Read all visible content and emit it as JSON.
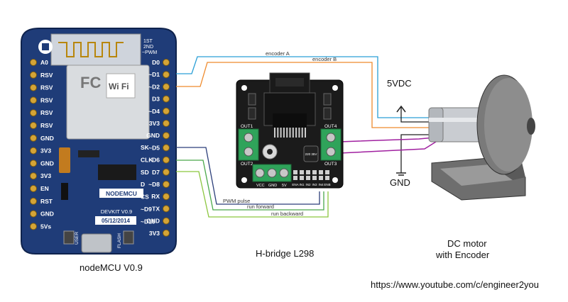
{
  "colors": {
    "board_blue": "#1f3c78",
    "board_dark": "#162c5a",
    "hbridge_black": "#1b1b1b",
    "terminal_green": "#2fa35a",
    "wire_blue": "#2a9fd6",
    "wire_orange": "#ef8a2c",
    "wire_navy": "#2c3f7a",
    "wire_green": "#4aa84a",
    "wire_lime": "#8cc63f",
    "wire_purple": "#a020a0",
    "wire_black": "#222222"
  },
  "nodemcu": {
    "caption": "nodeMCU V0.9",
    "top_label_1": "1ST",
    "top_label_2": "2ND",
    "top_label_3": "~PWM",
    "brand": "NODEMCU",
    "devkit": "DEVKIT V0.9",
    "date": "05/12/2014",
    "button_user": "USER",
    "button_flash": "FLASH",
    "left_pins": [
      "A0",
      "RSV",
      "RSV",
      "RSV",
      "RSV",
      "RSV",
      "GND",
      "3V3",
      "GND",
      "3V3",
      "EN",
      "RST",
      "GND",
      "5Vs"
    ],
    "right_pins": [
      "D0",
      "~D1",
      "~D2",
      "D3",
      "~D4",
      "3V3",
      "GND",
      "~D5",
      "~D6",
      "D7",
      "~D8",
      "RX",
      "TX",
      "GND",
      "3V3"
    ],
    "right_inner_pins": [
      "SK",
      "CLK",
      "SD",
      "D",
      "CS",
      "~D9",
      "~D10"
    ],
    "wifi_text": "Wi Fi",
    "fc_text": "FC"
  },
  "hbridge": {
    "caption": "H-bridge L298",
    "out1": "OUT1",
    "out2": "OUT2",
    "out3": "OUT3",
    "out4": "OUT4",
    "terminal_labels": [
      "VCC",
      "GND",
      "5V"
    ],
    "header_labels": [
      "ENA",
      "IN1",
      "IN2",
      "IN3",
      "IN4",
      "ENB"
    ],
    "cap_text": "220 35V"
  },
  "wires": {
    "encoder_a": "encoder A",
    "encoder_b": "encoder B",
    "pwm": "PWM pulse",
    "run_forward": "run forward",
    "run_backward": "run backward"
  },
  "motor": {
    "caption_1": "DC motor",
    "caption_2": "with Encoder",
    "supply": "5VDC",
    "ground": "GND"
  },
  "footer": {
    "url": "https://www.youtube.com/c/engineer2you"
  }
}
